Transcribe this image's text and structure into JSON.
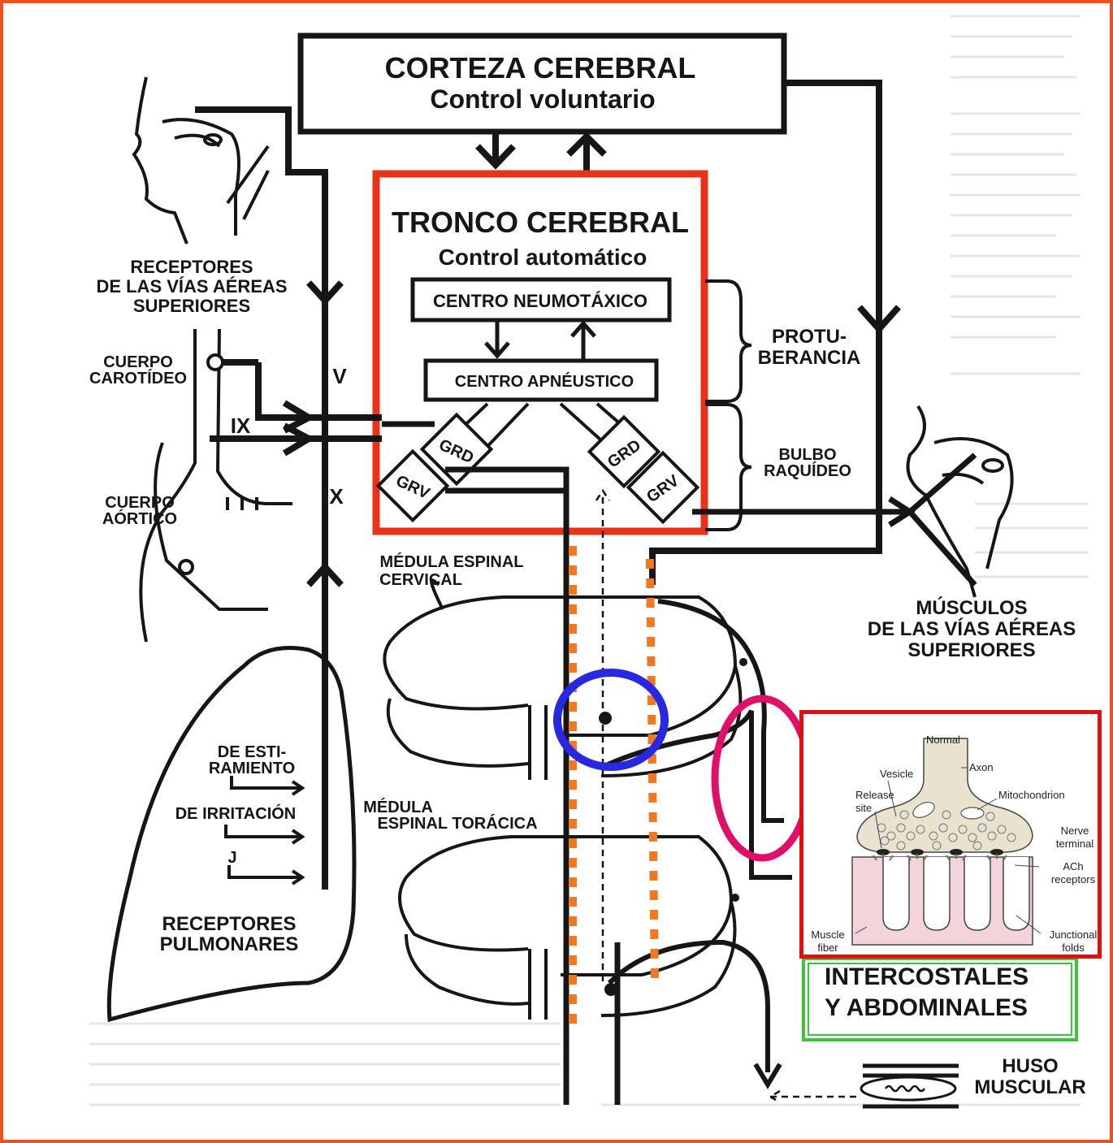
{
  "labels": {
    "corteza_title": "CORTEZA CEREBRAL",
    "corteza_sub": "Control voluntario",
    "tronco_title": "TRONCO CEREBRAL",
    "tronco_sub": "Control automático",
    "neumotaxico": "CENTRO NEUMOTÁXICO",
    "apneustico": "CENTRO APNÉUSTICO",
    "protuberancia_1": "PROTU-",
    "protuberancia_2": "BERANCIA",
    "bulbo_1": "BULBO",
    "bulbo_2": "RAQUÍDEO",
    "receptores_vias_1": "RECEPTORES",
    "receptores_vias_2": "DE LAS VÍAS AÉREAS",
    "receptores_vias_3": "SUPERIORES",
    "cuerpo_carotideo_1": "CUERPO",
    "cuerpo_carotideo_2": "CAROTÍDEO",
    "cuerpo_aortico_1": "CUERPO",
    "cuerpo_aortico_2": "AÓRTICO",
    "nerve_v": "V",
    "nerve_ix": "IX",
    "nerve_x": "X",
    "medula_cervical_1": "MÉDULA ESPINAL",
    "medula_cervical_2": "CERVICAL",
    "medula_toracica_1": "MÉDULA",
    "medula_toracica_2": "ESPINAL TORÁCICA",
    "estiramiento_1": "DE ESTI-",
    "estiramiento_2": "RAMIENTO",
    "irritacion": "DE IRRITACIÓN",
    "j_receptor": "J",
    "receptores_pulm_1": "RECEPTORES",
    "receptores_pulm_2": "PULMONARES",
    "musculos_1": "MÚSCULOS",
    "musculos_2": "DE LAS VÍAS AÉREAS",
    "musculos_3": "SUPERIORES",
    "intercostales_1": "INTERCOSTALES",
    "intercostales_2": "Y ABDOMINALES",
    "huso_1": "HUSO",
    "huso_2": "MUSCULAR",
    "grd_left": "GRD",
    "grv_left": "GRV",
    "grd_right": "GRD",
    "grv_right": "GRV"
  },
  "inset": {
    "normal": "Normal",
    "axon": "Axon",
    "vesicle": "Vesicle",
    "release_site_1": "Release",
    "release_site_2": "site",
    "mitochondrion": "Mitochondrion",
    "nerve_terminal_1": "Nerve",
    "nerve_terminal_2": "terminal",
    "ach_1": "ACh",
    "ach_2": "receptors",
    "muscle_fiber_1": "Muscle",
    "muscle_fiber_2": "fiber",
    "junctional_1": "Junctional",
    "junctional_2": "folds"
  },
  "colors": {
    "outer_frame": "#f0501e",
    "tronco_highlight": "#e8321a",
    "inset_border": "#e01010",
    "orange_dashes": "#f07820",
    "blue_circle": "#2828e0",
    "magenta_oval": "#e0106a",
    "green_box": "#3cc43c"
  }
}
